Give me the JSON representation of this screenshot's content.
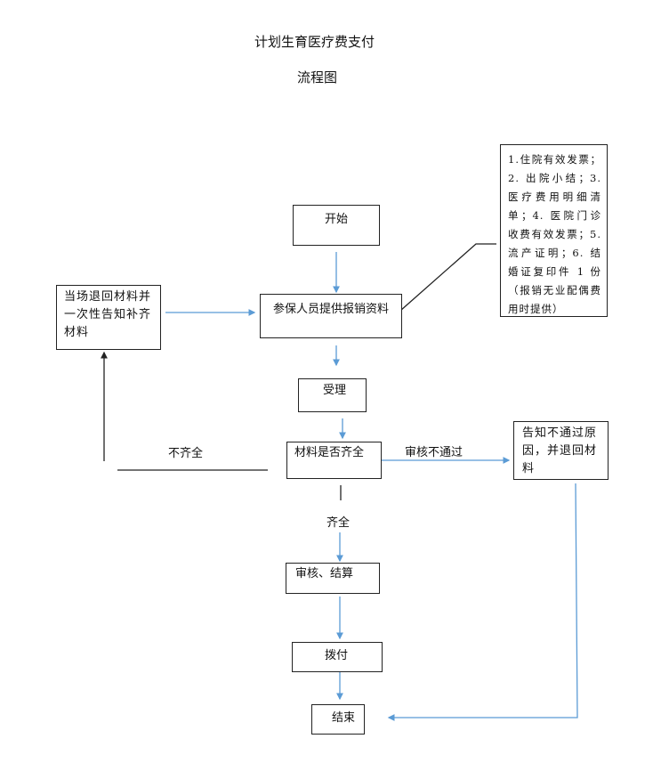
{
  "diagram": {
    "title_line1": "计划生育医疗费支付",
    "title_line2": "流程图",
    "nodes": {
      "start": "开始",
      "submit": "参保人员提供报销资料",
      "accept": "受理",
      "check": "材料是否齐全",
      "audit": "审核、结算",
      "pay": "拨付",
      "end": "结束",
      "return_supplement": "当场退回材料并一次性告知补齐材料",
      "reject_notice": "告知不通过原因，并退回材料"
    },
    "note": "1.住院有效发票；2. 出院小结；3. 医疗费用明细清单；4. 医院门诊收费有效发票；5. 流产证明；6. 结婚证复印件 1 份（报销无业配偶费用时提供）",
    "edge_labels": {
      "incomplete": "不齐全",
      "complete": "齐全",
      "audit_failed": "审核不通过"
    },
    "colors": {
      "flow_arrow": "#5b9bd5",
      "box_border": "#222222"
    }
  }
}
